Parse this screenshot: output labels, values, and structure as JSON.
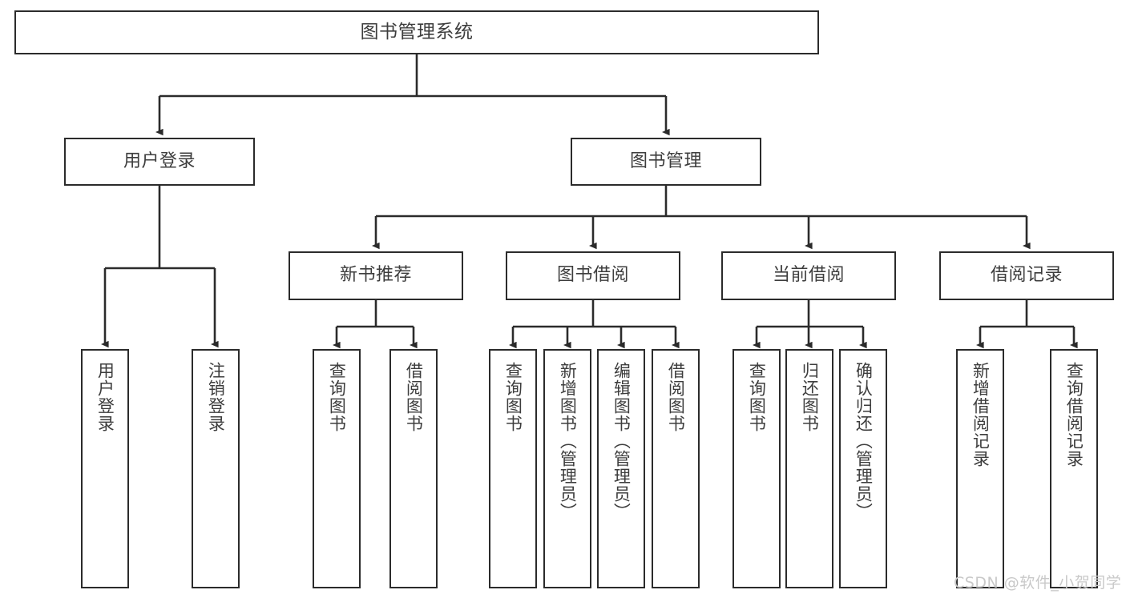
{
  "diagram": {
    "type": "tree-hierarchy-flowchart",
    "title": "图书管理系统",
    "colors": {
      "stroke": "#2b2b2b",
      "text": "#3d3d3d",
      "background": "#ffffff",
      "watermark": "#c9c9c9"
    },
    "root": {
      "label": "图书管理系统"
    },
    "level2": [
      {
        "label": "用户登录"
      },
      {
        "label": "图书管理"
      }
    ],
    "level3": [
      {
        "label": "新书推荐"
      },
      {
        "label": "图书借阅"
      },
      {
        "label": "当前借阅"
      },
      {
        "label": "借阅记录"
      }
    ],
    "leaves": {
      "user_login": [
        {
          "label": "用户登录"
        },
        {
          "label": "注销登录"
        }
      ],
      "new_book_recommend": [
        {
          "label": "查询图书"
        },
        {
          "label": "借阅图书"
        }
      ],
      "book_borrow": [
        {
          "label": "查询图书"
        },
        {
          "label": "新增图书（管理员）"
        },
        {
          "label": "编辑图书（管理员）"
        },
        {
          "label": "借阅图书"
        }
      ],
      "current_borrow": [
        {
          "label": "查询图书"
        },
        {
          "label": "归还图书"
        },
        {
          "label": "确认归还（管理员）"
        }
      ],
      "borrow_record": [
        {
          "label": "新增借阅记录"
        },
        {
          "label": "查询借阅记录"
        }
      ]
    }
  },
  "watermark": {
    "text": "CSDN @软件_小贺同学"
  }
}
